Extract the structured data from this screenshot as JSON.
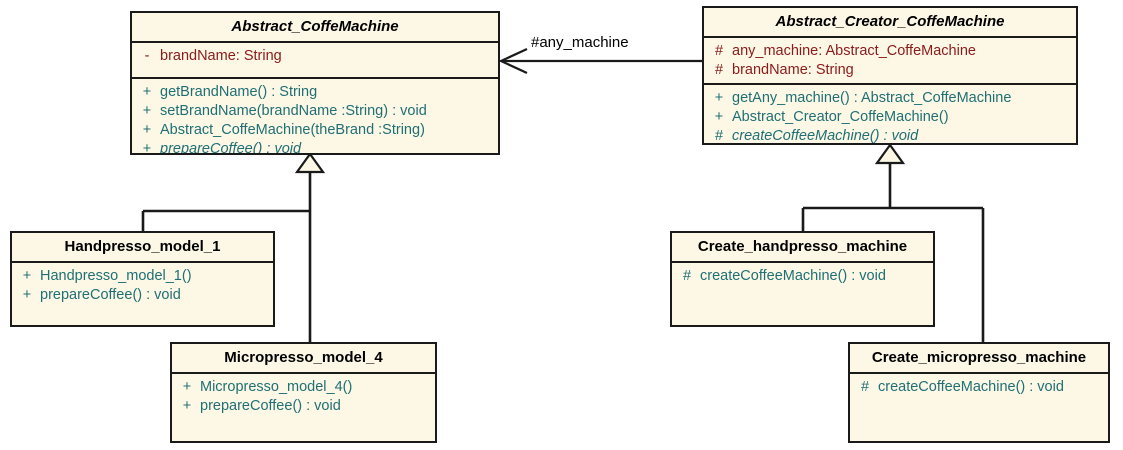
{
  "diagram": {
    "type": "uml-class-diagram",
    "background": "#ffffff",
    "class_fill": "#fdf8e6",
    "border_color": "#1a1a1a",
    "attribute_color": "#8b1a1a",
    "operation_color": "#1f6f74",
    "title_color": "#000000"
  },
  "classes": [
    {
      "id": "abstract_coffemachine",
      "name": "Abstract_CoffeMachine",
      "abstract": true,
      "attributes": [
        {
          "vis": "-",
          "text": "brandName:  String"
        }
      ],
      "operations": [
        {
          "vis": "+",
          "text": "getBrandName() : String",
          "abstract": false
        },
        {
          "vis": "+",
          "text": "setBrandName(brandName :String) : void",
          "abstract": false
        },
        {
          "vis": "+",
          "text": "Abstract_CoffeMachine(theBrand :String)",
          "abstract": false
        },
        {
          "vis": "+",
          "text": "prepareCoffee() : void",
          "abstract": true
        }
      ]
    },
    {
      "id": "abstract_creator_coffemachine",
      "name": "Abstract_Creator_CoffeMachine",
      "abstract": true,
      "attributes": [
        {
          "vis": "#",
          "text": "any_machine:  Abstract_CoffeMachine"
        },
        {
          "vis": "#",
          "text": "brandName:  String"
        }
      ],
      "operations": [
        {
          "vis": "+",
          "text": "getAny_machine() : Abstract_CoffeMachine",
          "abstract": false
        },
        {
          "vis": "+",
          "text": "Abstract_Creator_CoffeMachine()",
          "abstract": false
        },
        {
          "vis": "#",
          "text": "createCoffeeMachine() : void",
          "abstract": true
        }
      ]
    },
    {
      "id": "handpresso_model_1",
      "name": "Handpresso_model_1",
      "abstract": false,
      "attributes": [],
      "operations": [
        {
          "vis": "+",
          "text": "Handpresso_model_1()",
          "abstract": false
        },
        {
          "vis": "+",
          "text": "prepareCoffee() : void",
          "abstract": false
        }
      ]
    },
    {
      "id": "micropresso_model_4",
      "name": "Micropresso_model_4",
      "abstract": false,
      "attributes": [],
      "operations": [
        {
          "vis": "+",
          "text": "Micropresso_model_4()",
          "abstract": false
        },
        {
          "vis": "+",
          "text": "prepareCoffee() : void",
          "abstract": false
        }
      ]
    },
    {
      "id": "create_handpresso_machine",
      "name": "Create_handpresso_machine",
      "abstract": false,
      "attributes": [],
      "operations": [
        {
          "vis": "#",
          "text": "createCoffeeMachine() : void",
          "abstract": false
        }
      ]
    },
    {
      "id": "create_micropresso_machine",
      "name": "Create_micropresso_machine",
      "abstract": false,
      "attributes": [],
      "operations": [
        {
          "vis": "#",
          "text": "createCoffeeMachine() : void",
          "abstract": false
        }
      ]
    }
  ],
  "relationships": [
    {
      "id": "assoc-any-machine",
      "kind": "association",
      "label": "#any_machine",
      "from": "abstract_creator_coffemachine",
      "to": "abstract_coffemachine"
    },
    {
      "id": "gen-handpresso",
      "kind": "generalization",
      "label": "",
      "from": "handpresso_model_1",
      "to": "abstract_coffemachine"
    },
    {
      "id": "gen-micropresso",
      "kind": "generalization",
      "label": "",
      "from": "micropresso_model_4",
      "to": "abstract_coffemachine"
    },
    {
      "id": "gen-create-handpresso",
      "kind": "generalization",
      "label": "",
      "from": "create_handpresso_machine",
      "to": "abstract_creator_coffemachine"
    },
    {
      "id": "gen-create-micropresso",
      "kind": "generalization",
      "label": "",
      "from": "create_micropresso_machine",
      "to": "abstract_creator_coffemachine"
    }
  ]
}
